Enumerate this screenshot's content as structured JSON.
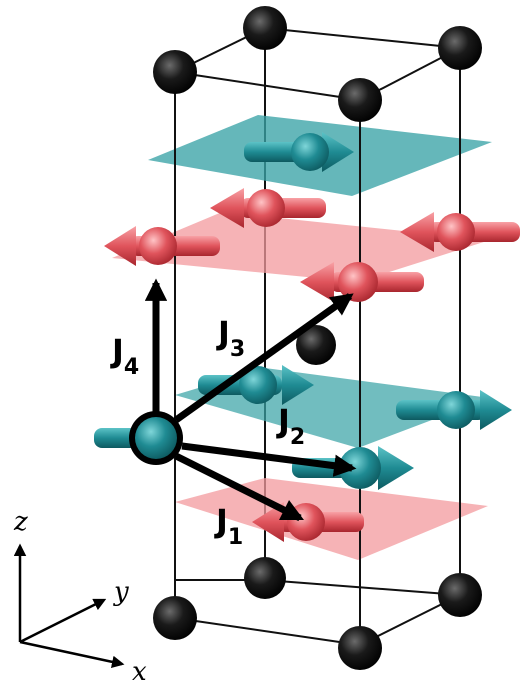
{
  "figure": {
    "couplings": [
      {
        "main": "J",
        "sub": "4"
      },
      {
        "main": "J",
        "sub": "3"
      },
      {
        "main": "J",
        "sub": "2"
      },
      {
        "main": "J",
        "sub": "1"
      }
    ],
    "axes": {
      "z": "z",
      "y": "y",
      "x": "x"
    }
  },
  "colors": {
    "teal_plane": "#3aa3a6",
    "teal_atom": "#1f8b93",
    "red_plane": "#f39a9e",
    "red_atom": "#e0545c",
    "black_atom": "#111111",
    "arrow": "#000000"
  }
}
